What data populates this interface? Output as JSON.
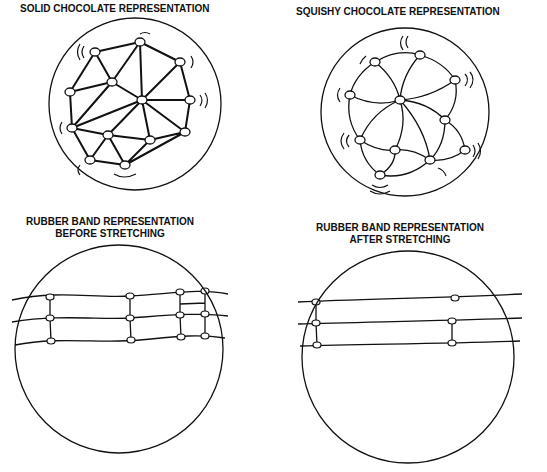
{
  "diagram": {
    "nodes": [
      {
        "text": [
          "SOLID CHOCOLATE REPRESENTATION"
        ]
      },
      {
        "text": [
          "SQUISHY CHOCOLATE REPRESENTATION"
        ]
      },
      {
        "text": [
          "RUBBER BAND REPRESENTATION BEFORE STRETCHING"
        ]
      },
      {
        "text": [
          "RUBBER BAND REPRESENTATION AFTER STRETCHING"
        ]
      }
    ]
  }
}
